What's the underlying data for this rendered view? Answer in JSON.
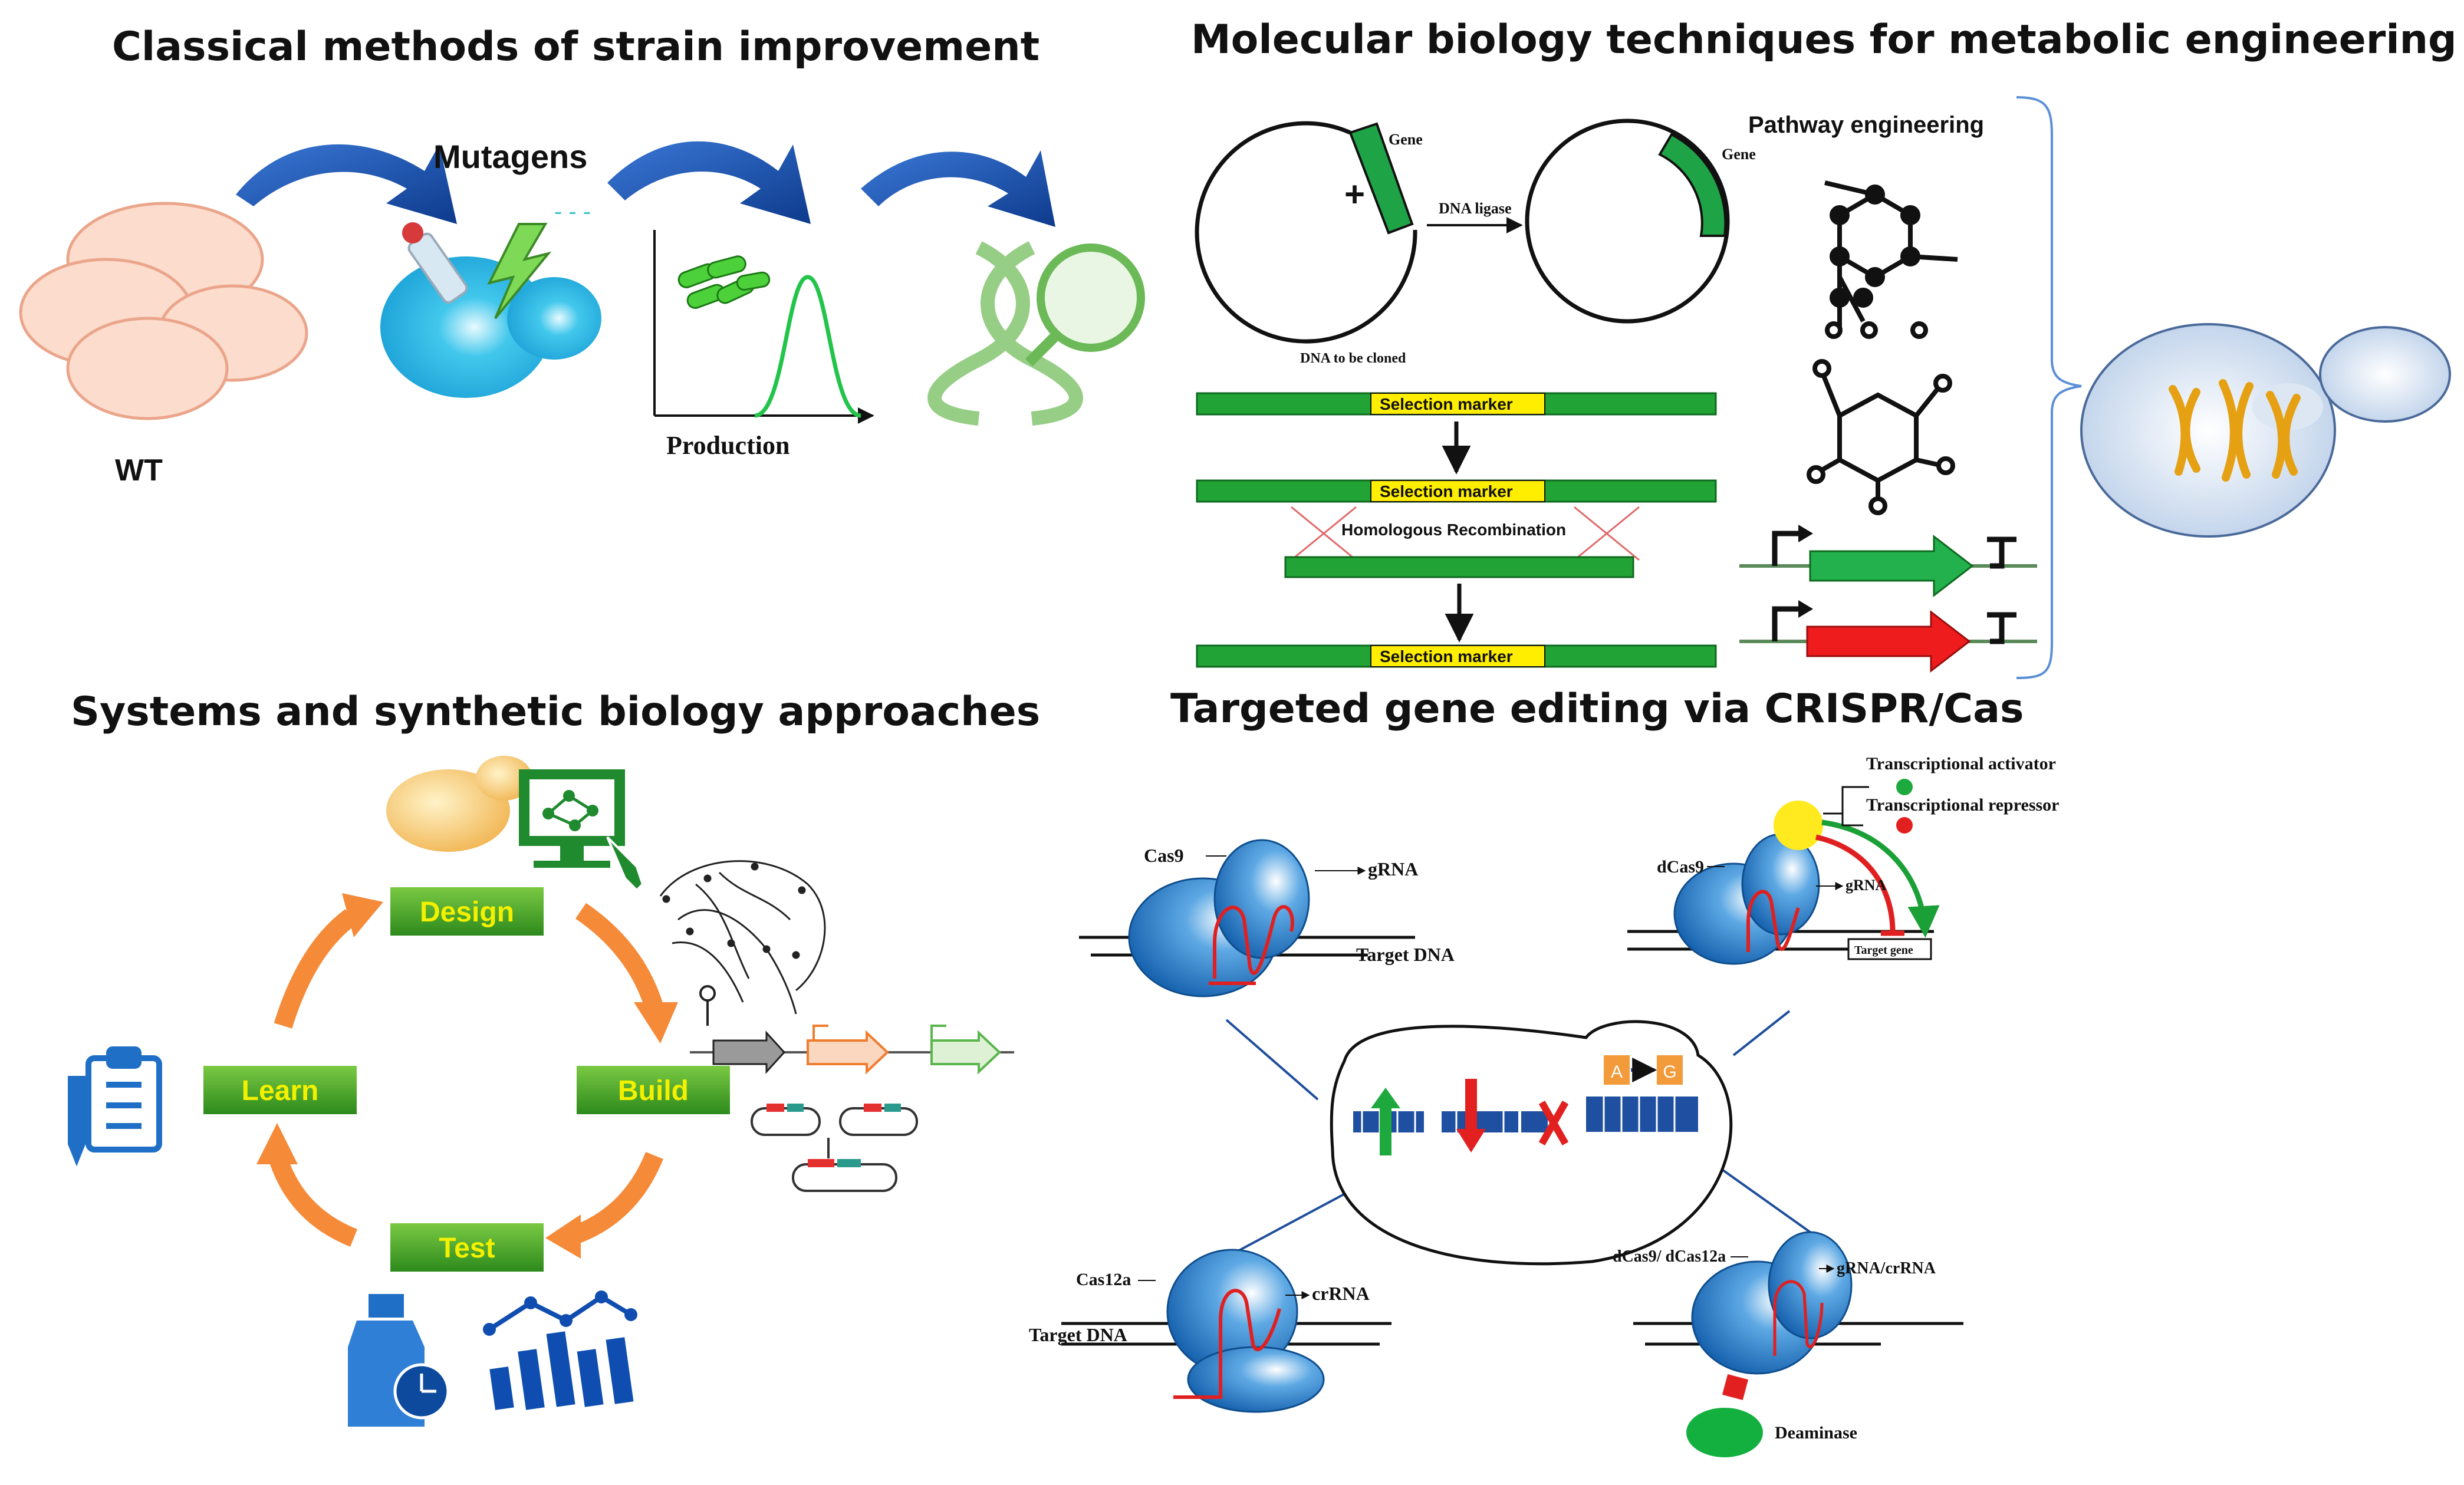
{
  "panels": {
    "classical": {
      "title": "Classical methods of strain improvement",
      "mutagens_label": "Mutagens",
      "wt_label": "WT",
      "production_label": "Production"
    },
    "molecular": {
      "title": "Molecular biology techniques for metabolic engineering",
      "gene_label_1": "Gene",
      "gene_label_2": "Gene",
      "ligase_label": "DNA ligase",
      "clone_label": "DNA to be cloned",
      "selection_marker_1": "Selection marker",
      "selection_marker_2": "Selection marker",
      "selection_marker_3": "Selection marker",
      "homologous_label": "Homologous Recombination",
      "pathway_label": "Pathway engineering"
    },
    "systems": {
      "title": "Systems and synthetic biology approaches",
      "stages": {
        "design": "Design",
        "build": "Build",
        "test": "Test",
        "learn": "Learn"
      }
    },
    "crispr": {
      "title": "Targeted gene editing via CRISPR/Cas",
      "cas9": "Cas9",
      "grna": "gRNA",
      "target_dna_1": "Target DNA",
      "dcas9": "dCas9",
      "grna_2": "gRNA",
      "activator": "Transcriptional activator",
      "repressor": "Transcriptional repressor",
      "target_gene": "Target gene",
      "base_a": "A",
      "base_g": "G",
      "cas12a": "Cas12a",
      "crrna": "crRNA",
      "target_dna_2": "Target DNA",
      "dcas_combo": "dCas9/ dCas12a",
      "grna_crrna": "gRNA/crRNA",
      "deaminase": "Deaminase"
    }
  }
}
